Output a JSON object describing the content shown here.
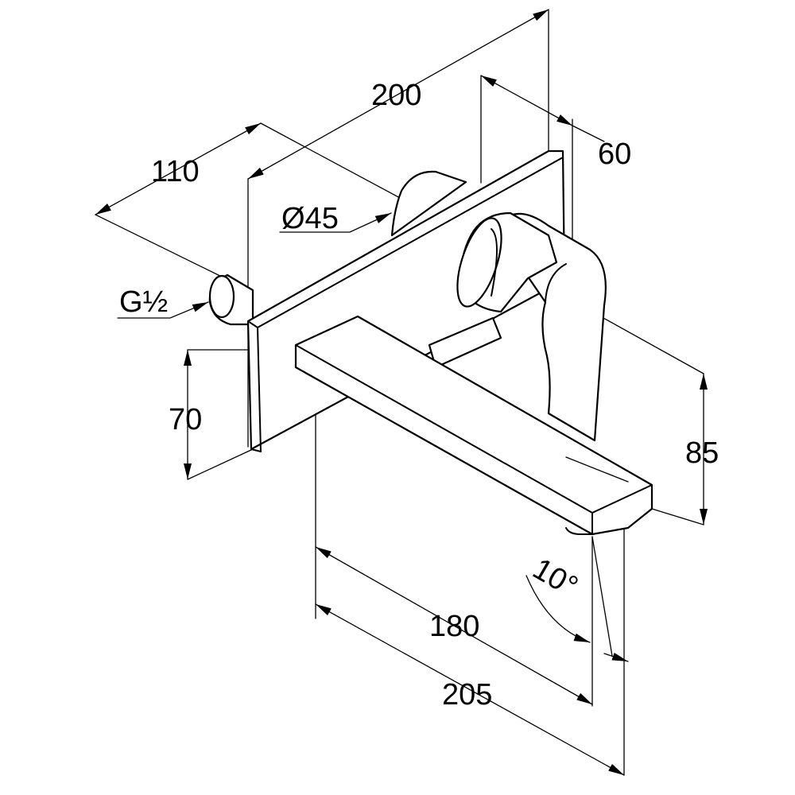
{
  "drawing": {
    "dimensions": {
      "width_overall": "200",
      "plate_depth": "110",
      "lever_offset": "60",
      "rosette_diameter": "Ø45",
      "connection_thread": "G½",
      "plate_height": "70",
      "spout_height": "85",
      "spout_projection": "180",
      "overall_projection": "205",
      "flow_angle": "10°"
    }
  }
}
